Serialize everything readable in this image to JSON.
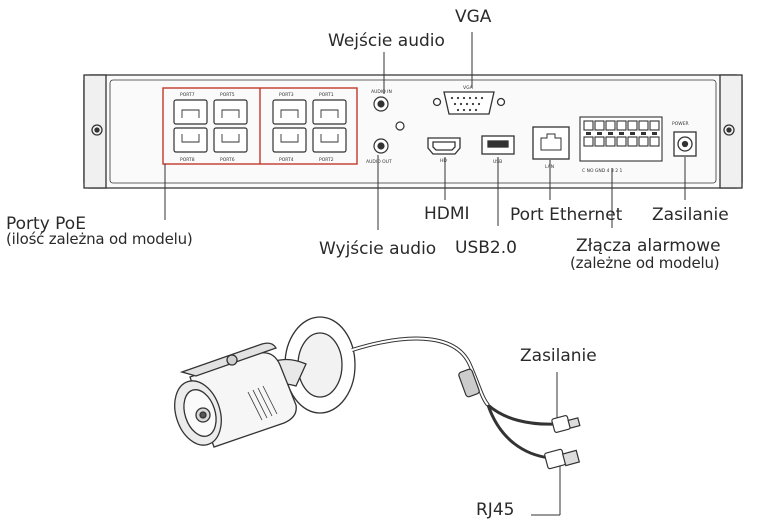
{
  "nvr": {
    "poe_port_labels": [
      "PORT7",
      "PORT5",
      "PORT3",
      "PORT1",
      "PORT8",
      "PORT6",
      "PORT4",
      "PORT2"
    ],
    "audio_in_label": "AUDIO IN",
    "audio_out_label": "AUDIO OUT",
    "vga_label": "VGA",
    "hdmi_label": "HD",
    "usb_label": "USB",
    "lan_label": "LAN",
    "alarm_label": "C  NO  GND  4  3  2  1",
    "power_label": "POWER"
  },
  "callouts": {
    "vga": "VGA",
    "audio_in": "Wejście audio",
    "poe_title": "Porty PoE",
    "poe_note": "(ilość zależna od modelu)",
    "audio_out": "Wyjście audio",
    "hdmi": "HDMI",
    "usb": "USB2.0",
    "ethernet": "Port Ethernet",
    "power": "Zasilanie",
    "alarm_title": "Złącza alarmowe",
    "alarm_note": "(zależne od modelu)",
    "camera_power": "Zasilanie",
    "camera_rj45": "RJ45"
  },
  "colors": {
    "outline": "#333333",
    "poe_highlight": "#c0392b",
    "text": "#2a2a2a"
  }
}
